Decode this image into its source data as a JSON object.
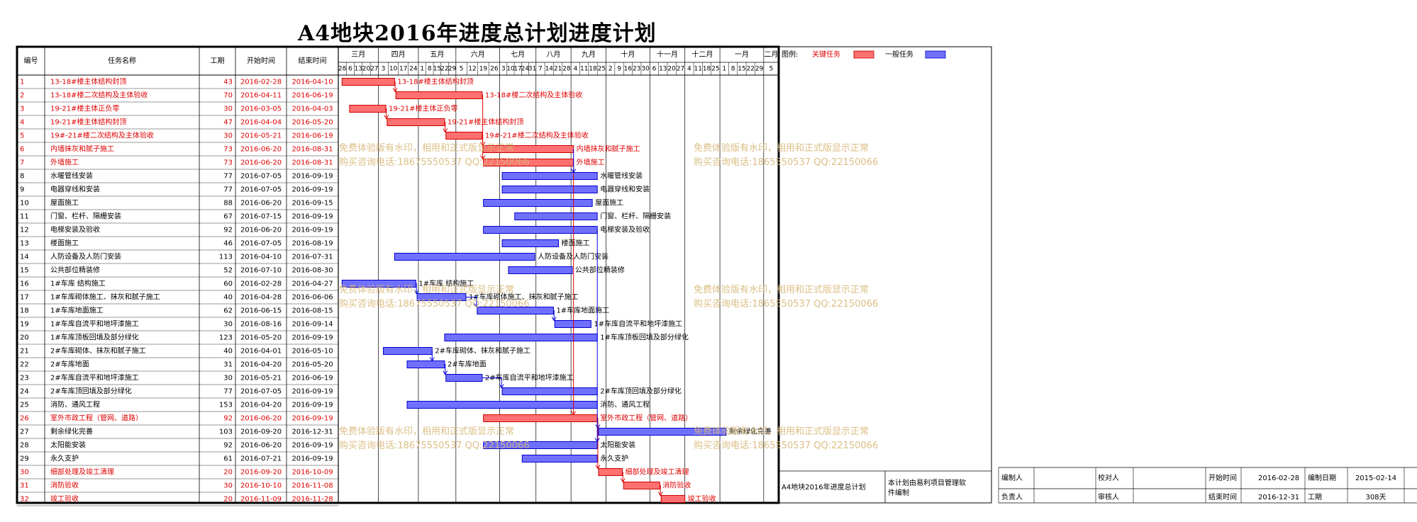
{
  "title": "A4地块2016年进度总计划进度计划",
  "headers": {
    "id": "编号",
    "name": "任务名称",
    "duration": "工期",
    "start": "开始时间",
    "end": "结束时间"
  },
  "legend": {
    "label": "图例:",
    "critical": "关键任务",
    "normal": "一般任务",
    "critical_color": "#ff7070",
    "normal_color": "#7070ff"
  },
  "months": [
    {
      "label": "三月",
      "days": [
        "28",
        "6",
        "13",
        "20",
        "27"
      ]
    },
    {
      "label": "四月",
      "days": [
        "3",
        "10",
        "17",
        "24"
      ]
    },
    {
      "label": "五月",
      "days": [
        "1",
        "8",
        "15",
        "22",
        "29"
      ]
    },
    {
      "label": "六月",
      "days": [
        "5",
        "12",
        "19",
        "26"
      ]
    },
    {
      "label": "七月",
      "days": [
        "3",
        "10",
        "17",
        "24",
        "31"
      ]
    },
    {
      "label": "八月",
      "days": [
        "7",
        "14",
        "21",
        "28"
      ]
    },
    {
      "label": "九月",
      "days": [
        "4",
        "11",
        "18",
        "25"
      ]
    },
    {
      "label": "十月",
      "days": [
        "2",
        "9",
        "16",
        "23",
        "30"
      ]
    },
    {
      "label": "十一月",
      "days": [
        "6",
        "13",
        "20",
        "27"
      ]
    },
    {
      "label": "十二月",
      "days": [
        "4",
        "11",
        "18",
        "25"
      ]
    },
    {
      "label": "一月",
      "days": [
        "1",
        "8",
        "15",
        "22",
        "29"
      ]
    },
    {
      "label": "二月",
      "days": [
        "5"
      ]
    }
  ],
  "chart_data": {
    "type": "gantt",
    "title": "A4地块2016年进度总计划进度计划",
    "time_range": [
      "2016-02-28",
      "2017-02-11"
    ],
    "tasks": [
      {
        "id": "1",
        "name": "13-18#楼主体结构封顶",
        "duration": "43",
        "start": "2016-02-28",
        "end": "2016-04-10",
        "critical": true
      },
      {
        "id": "2",
        "name": "13-18#楼二次结构及主体验收",
        "duration": "70",
        "start": "2016-04-11",
        "end": "2016-06-19",
        "critical": true
      },
      {
        "id": "3",
        "name": "19-21#楼主体正负零",
        "duration": "30",
        "start": "2016-03-05",
        "end": "2016-04-03",
        "critical": true
      },
      {
        "id": "4",
        "name": "19-21#楼主体结构封顶",
        "duration": "47",
        "start": "2016-04-04",
        "end": "2016-05-20",
        "critical": true
      },
      {
        "id": "5",
        "name": "19#-21#楼二次结构及主体验收",
        "duration": "30",
        "start": "2016-05-21",
        "end": "2016-06-19",
        "critical": true
      },
      {
        "id": "6",
        "name": "内墙抹灰和腻子施工",
        "duration": "73",
        "start": "2016-06-20",
        "end": "2016-08-31",
        "critical": true
      },
      {
        "id": "7",
        "name": "外墙施工",
        "duration": "73",
        "start": "2016-06-20",
        "end": "2016-08-31",
        "critical": true
      },
      {
        "id": "8",
        "name": "水暖管线安装",
        "duration": "77",
        "start": "2016-07-05",
        "end": "2016-09-19",
        "critical": false
      },
      {
        "id": "9",
        "name": "电器穿线和安装",
        "duration": "77",
        "start": "2016-07-05",
        "end": "2016-09-19",
        "critical": false
      },
      {
        "id": "10",
        "name": "屋面施工",
        "duration": "88",
        "start": "2016-06-20",
        "end": "2016-09-15",
        "critical": false
      },
      {
        "id": "11",
        "name": "门窗、栏杆、隔栅安装",
        "duration": "67",
        "start": "2016-07-15",
        "end": "2016-09-19",
        "critical": false
      },
      {
        "id": "12",
        "name": "电梯安装及验收",
        "duration": "92",
        "start": "2016-06-20",
        "end": "2016-09-19",
        "critical": false
      },
      {
        "id": "13",
        "name": "楼面施工",
        "duration": "46",
        "start": "2016-07-05",
        "end": "2016-08-19",
        "critical": false
      },
      {
        "id": "14",
        "name": "人防设备及人防门安装",
        "duration": "113",
        "start": "2016-04-10",
        "end": "2016-07-31",
        "critical": false
      },
      {
        "id": "15",
        "name": "公共部位精装修",
        "duration": "52",
        "start": "2016-07-10",
        "end": "2016-08-30",
        "critical": false
      },
      {
        "id": "16",
        "name": "1#车库 结构施工",
        "duration": "60",
        "start": "2016-02-28",
        "end": "2016-04-27",
        "critical": false
      },
      {
        "id": "17",
        "name": "1#车库砌体施工、抹灰和腻子施工",
        "duration": "40",
        "start": "2016-04-28",
        "end": "2016-06-06",
        "critical": false
      },
      {
        "id": "18",
        "name": "1#车库地面施工",
        "duration": "62",
        "start": "2016-06-15",
        "end": "2016-08-15",
        "critical": false
      },
      {
        "id": "19",
        "name": "1#车库自流平和地坪漆施工",
        "duration": "30",
        "start": "2016-08-16",
        "end": "2016-09-14",
        "critical": false
      },
      {
        "id": "20",
        "name": "1#车库顶板回填及部分绿化",
        "duration": "123",
        "start": "2016-05-20",
        "end": "2016-09-19",
        "critical": false
      },
      {
        "id": "21",
        "name": "2#车库砌体、抹灰和腻子施工",
        "duration": "40",
        "start": "2016-04-01",
        "end": "2016-05-10",
        "critical": false
      },
      {
        "id": "22",
        "name": "2#车库地面",
        "duration": "31",
        "start": "2016-04-20",
        "end": "2016-05-20",
        "critical": false
      },
      {
        "id": "23",
        "name": "2#车库自流平和地坪漆施工",
        "duration": "30",
        "start": "2016-05-21",
        "end": "2016-06-19",
        "critical": false
      },
      {
        "id": "24",
        "name": "2#车库顶回填及部分绿化",
        "duration": "77",
        "start": "2016-07-05",
        "end": "2016-09-19",
        "critical": false
      },
      {
        "id": "25",
        "name": "消防、通风工程",
        "duration": "153",
        "start": "2016-04-20",
        "end": "2016-09-19",
        "critical": false
      },
      {
        "id": "26",
        "name": "室外市政工程（管网、道路）",
        "duration": "92",
        "start": "2016-06-20",
        "end": "2016-09-19",
        "critical": true
      },
      {
        "id": "27",
        "name": "剩余绿化完善",
        "duration": "103",
        "start": "2016-09-20",
        "end": "2016-12-31",
        "critical": false
      },
      {
        "id": "28",
        "name": "太阳能安装",
        "duration": "92",
        "start": "2016-06-20",
        "end": "2016-09-19",
        "critical": false
      },
      {
        "id": "29",
        "name": "永久支护",
        "duration": "61",
        "start": "2016-07-21",
        "end": "2016-09-19",
        "critical": false
      },
      {
        "id": "30",
        "name": "细部处理及竣工清理",
        "duration": "20",
        "start": "2016-09-20",
        "end": "2016-10-09",
        "critical": true
      },
      {
        "id": "31",
        "name": "消防验收",
        "duration": "30",
        "start": "2016-10-10",
        "end": "2016-11-08",
        "critical": true
      },
      {
        "id": "32",
        "name": "竣工验收",
        "duration": "20",
        "start": "2016-11-09",
        "end": "2016-11-28",
        "critical": true
      }
    ]
  },
  "watermark": {
    "line1": "免费体验版有水印，相用和正式版显示正常",
    "line2_a": "购买咨询电话:18675550537 QQ:22150066",
    "line2_b": "购买咨询电话:186",
    "line2_c": "5550537 QQ:22150066"
  },
  "footer": {
    "project": "A4地块2016年进度总计划",
    "software": "本计划由易利项目管理软件编制",
    "compiler_label": "编制人",
    "checker_label": "校对人",
    "start_label": "开始时间",
    "start_value": "2016-02-28",
    "date_label": "编制日期",
    "date_value": "2015-02-14",
    "owner_label": "负责人",
    "reviewer_label": "审核人",
    "end_label": "结束时间",
    "end_value": "2016-12-31",
    "period_label": "工期",
    "period_value": "308天"
  }
}
